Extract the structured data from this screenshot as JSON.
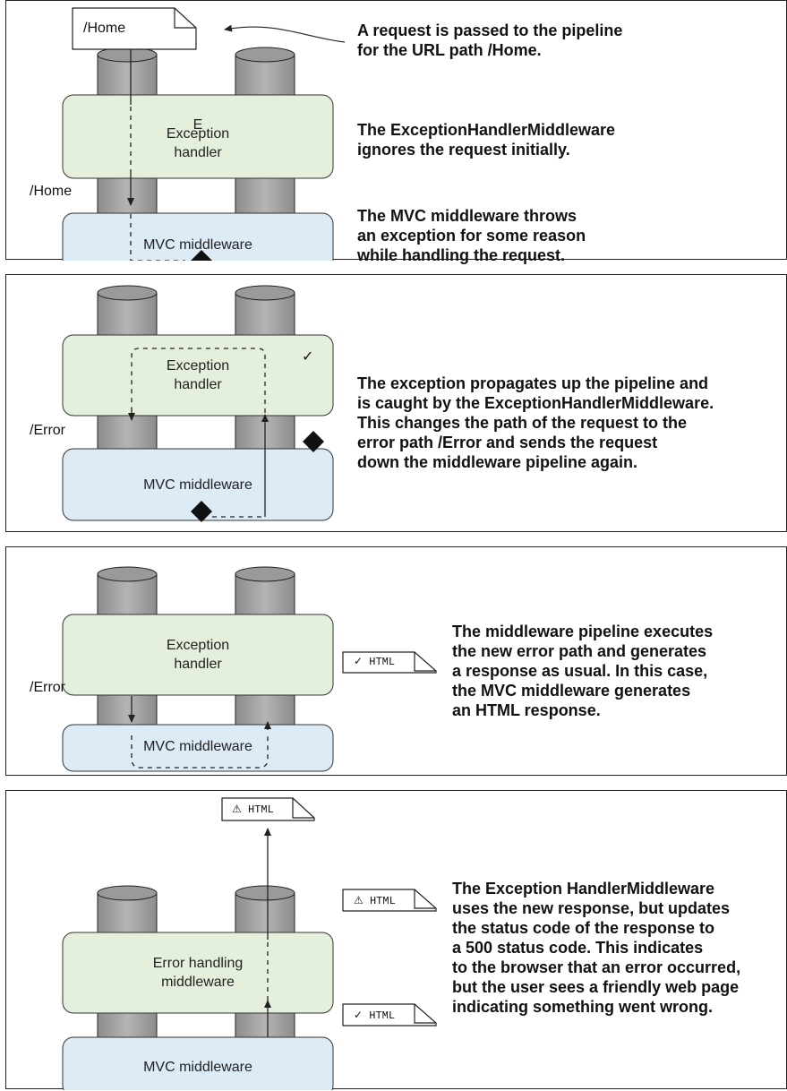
{
  "panel1": {
    "doc_label": "/Home",
    "box_top": "Exception\nhandler",
    "box_bottom": "MVC middleware",
    "side_label": "/Home",
    "notes": [
      "A request is passed to the pipeline\nfor the URL path /Home.",
      "The ExceptionHandlerMiddleware\nignores the request initially.",
      "The MVC middleware throws\nan exception for some reason\nwhile handling the request."
    ]
  },
  "panel2": {
    "box_top": "Exception\nhandler",
    "box_bottom": "MVC middleware",
    "side_label": "/Error",
    "check_mark": "✓",
    "note": "The exception propagates up the pipeline and\nis caught by the ExceptionHandlerMiddleware.\nThis changes the path of the request to the\nerror path /Error and sends the request\ndown the middleware pipeline again."
  },
  "panel3": {
    "box_top": "Exception\nhandler",
    "box_bottom": "MVC middleware",
    "side_label": "/Error",
    "doc_label": "✓ HTML",
    "note": "The middleware pipeline executes\nthe new error path and generates\na response as usual. In this case,\nthe MVC middleware generates\nan HTML response."
  },
  "panel4": {
    "box_top": "Error handling\nmiddleware",
    "box_bottom": "MVC middleware",
    "doc_top_label": "⚠ HTML",
    "doc_mid_label": "⚠ HTML",
    "doc_low_label": "✓ HTML",
    "note": "The Exception HandlerMiddleware\nuses the new response, but updates\nthe status code of the response to\na 500 status code. This indicates\nto the browser that an error occurred,\nbut the user sees a friendly web page\nindicating something went wrong."
  },
  "colors": {
    "pipe": "#a9a9a9",
    "top_box": "#e4f0dc",
    "bottom_box": "#ddebf7",
    "line": "#222222"
  }
}
